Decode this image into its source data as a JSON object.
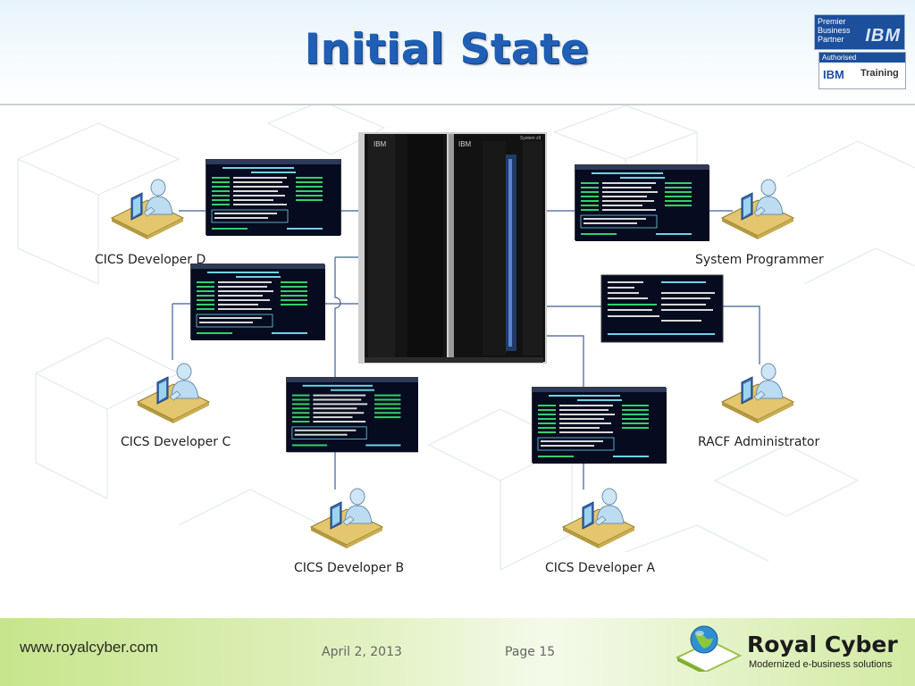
{
  "slide": {
    "title": "Initial State"
  },
  "header": {
    "ibm_partner_text": [
      "Premier",
      "Business",
      "Partner"
    ],
    "ibm_logo": "IBM",
    "authorised": "Authorised",
    "ibm_training_logo": "IBM",
    "training": "Training"
  },
  "diagram": {
    "nodes": {
      "dev_d": "CICS Developer D",
      "dev_c": "CICS Developer C",
      "dev_b": "CICS Developer B",
      "dev_a": "CICS Developer A",
      "sysprog": "System Programmer",
      "racf": "RACF Administrator"
    },
    "mainframe_logos": [
      "IBM",
      "IBM"
    ],
    "mainframe_model": "System z9",
    "colors": {
      "line": "#3f5d9a",
      "terminal_bg": "#0a0f2a",
      "terminal_green": "#33d06a",
      "terminal_cyan": "#6fd2e6",
      "mainframe": "#151515"
    }
  },
  "footer": {
    "url": "www.royalcyber.com",
    "date": "April 2, 2013",
    "page": "Page 15",
    "company": "Royal Cyber",
    "tagline": "Modernized e-business solutions"
  }
}
